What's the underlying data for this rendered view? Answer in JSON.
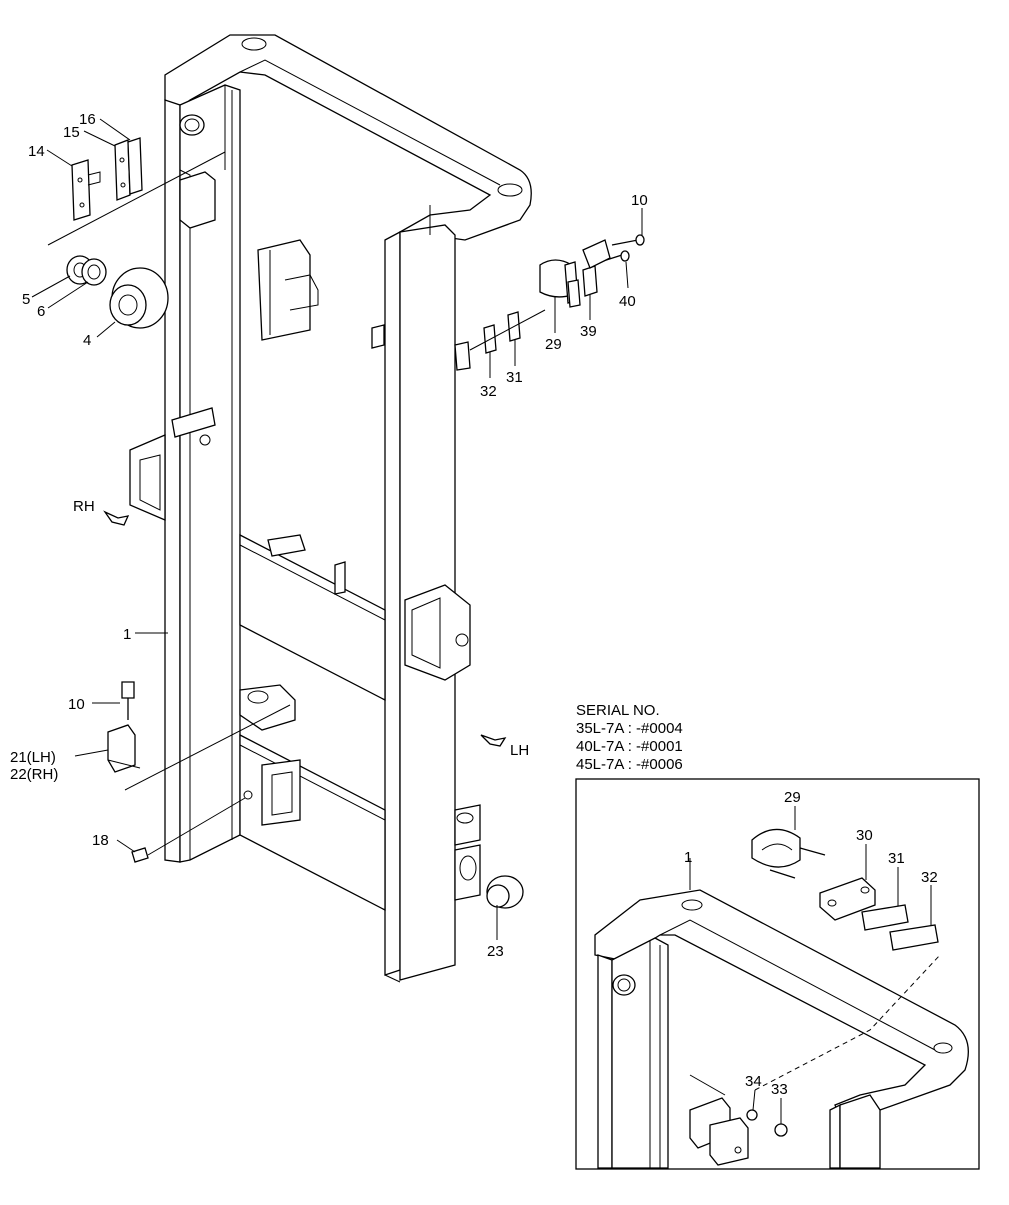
{
  "labels": {
    "l1": "1",
    "l4": "4",
    "l5": "5",
    "l6": "6",
    "l10a": "10",
    "l10b": "10",
    "l14": "14",
    "l15": "15",
    "l16": "16",
    "l18": "18",
    "l21": "21(LH)",
    "l22": "22(RH)",
    "l23": "23",
    "l29": "29",
    "l31": "31",
    "l32": "32",
    "l39": "39",
    "l40": "40",
    "rh": "RH",
    "lh": "LH"
  },
  "inset": {
    "labels": {
      "i1": "1",
      "i29": "29",
      "i30": "30",
      "i31": "31",
      "i32": "32",
      "i33": "33",
      "i34": "34"
    }
  },
  "serial": {
    "title": "SERIAL NO.",
    "lines": [
      "35L-7A : -#0004",
      "40L-7A : -#0001",
      "45L-7A : -#0006"
    ]
  }
}
